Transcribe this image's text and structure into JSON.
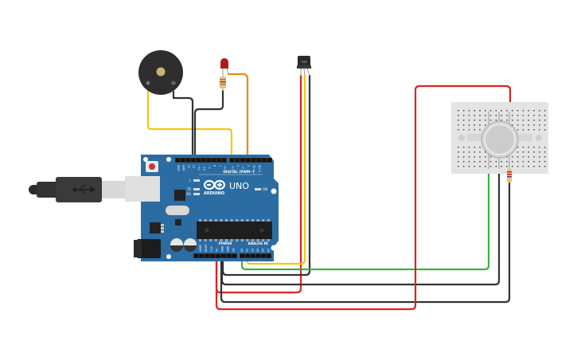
{
  "diagram": {
    "type": "circuit-schematic-breadboard-view",
    "components": {
      "arduino": {
        "brand": "ARDUINO",
        "model": "UNO",
        "reset_label": "RESET",
        "digital_label": "DIGITAL (PWM~)",
        "power_label": "POWER",
        "analog_label": "ANALOG IN",
        "on_label": "ON",
        "l_label": "L",
        "tx_label": "TX",
        "rx_label": "RX",
        "digital_pins": [
          "AREF",
          "GND",
          "13",
          "12",
          "~11",
          "~10",
          "~9",
          "8",
          "7",
          "~6",
          "~5",
          "4",
          "~3",
          "2",
          "TX→1",
          "RX←0"
        ],
        "power_pins": [
          "IOREF",
          "RESET",
          "3.3V",
          "5V",
          "GND",
          "GND",
          "Vin"
        ],
        "analog_pins": [
          "A0",
          "A1",
          "A2",
          "A3",
          "A4",
          "A5"
        ]
      },
      "buzzer": {
        "name": "Piezo Buzzer",
        "plus": "+",
        "minus": "−"
      },
      "led": {
        "name": "Red LED",
        "color": "#b01c1c"
      },
      "led_resistor": {
        "name": "Resistor"
      },
      "temp_sensor": {
        "name": "TMP36",
        "label": "TMP"
      },
      "gas_sensor": {
        "name": "Gas Sensor"
      },
      "gas_resistor": {
        "name": "Resistor"
      },
      "breadboard": {
        "name": "Mini Breadboard"
      },
      "usb_cable": {
        "name": "USB Cable",
        "symbol": "⭠"
      }
    },
    "wires": [
      {
        "id": "buzzer-plus-to-d7",
        "color": "#f2c80f"
      },
      {
        "id": "buzzer-minus-to-gnd",
        "color": "#333333"
      },
      {
        "id": "led-cathode-to-gnd",
        "color": "#333333"
      },
      {
        "id": "led-anode-to-d4",
        "color": "#e88a1a"
      },
      {
        "id": "tmp-vcc-to-5v",
        "color": "#dd2222"
      },
      {
        "id": "tmp-out-to-a1",
        "color": "#f2c80f"
      },
      {
        "id": "tmp-gnd-to-gnd",
        "color": "#333333"
      },
      {
        "id": "gas-out-to-a0",
        "color": "#3cb043"
      },
      {
        "id": "gas-gnd-to-gnd",
        "color": "#333333"
      },
      {
        "id": "gas-res-to-gnd",
        "color": "#333333"
      },
      {
        "id": "gas-vcc-to-5v",
        "color": "#dd2222"
      }
    ],
    "colors": {
      "board": "#2b6ca3",
      "board_dark": "#1f5585",
      "header": "#2a2a2a",
      "breadboard": "#e4e4e4"
    }
  }
}
